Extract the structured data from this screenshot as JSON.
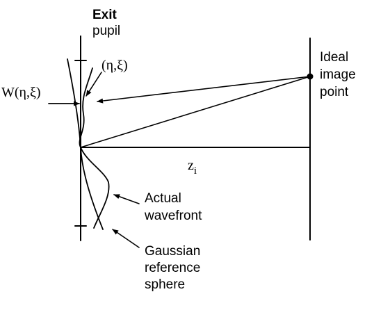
{
  "labels": {
    "exit_pupil": [
      "Exit",
      "pupil"
    ],
    "ideal_image_point": [
      "Ideal",
      "image",
      "point"
    ],
    "coord_label": "(η,ξ)",
    "aberration_label": "W(η,ξ)",
    "distance_label": "z",
    "distance_subscript": "i",
    "actual_wavefront": [
      "Actual",
      "wavefront"
    ],
    "gaussian_reference_sphere": [
      "Gaussian",
      "reference",
      "sphere"
    ]
  },
  "colors": {
    "ink": "#000000",
    "background": "#ffffff"
  }
}
